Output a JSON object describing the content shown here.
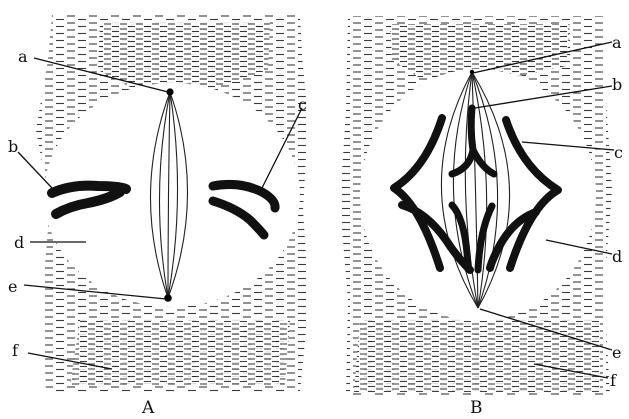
{
  "figure": {
    "panel_a": {
      "caption": "A",
      "labels": {
        "a": "a",
        "b": "b",
        "c": "c",
        "d": "d",
        "e": "e",
        "f": "f"
      }
    },
    "panel_b": {
      "caption": "B",
      "labels": {
        "a": "a",
        "b": "b",
        "c": "c",
        "d": "d",
        "e": "e",
        "f": "f"
      }
    }
  }
}
